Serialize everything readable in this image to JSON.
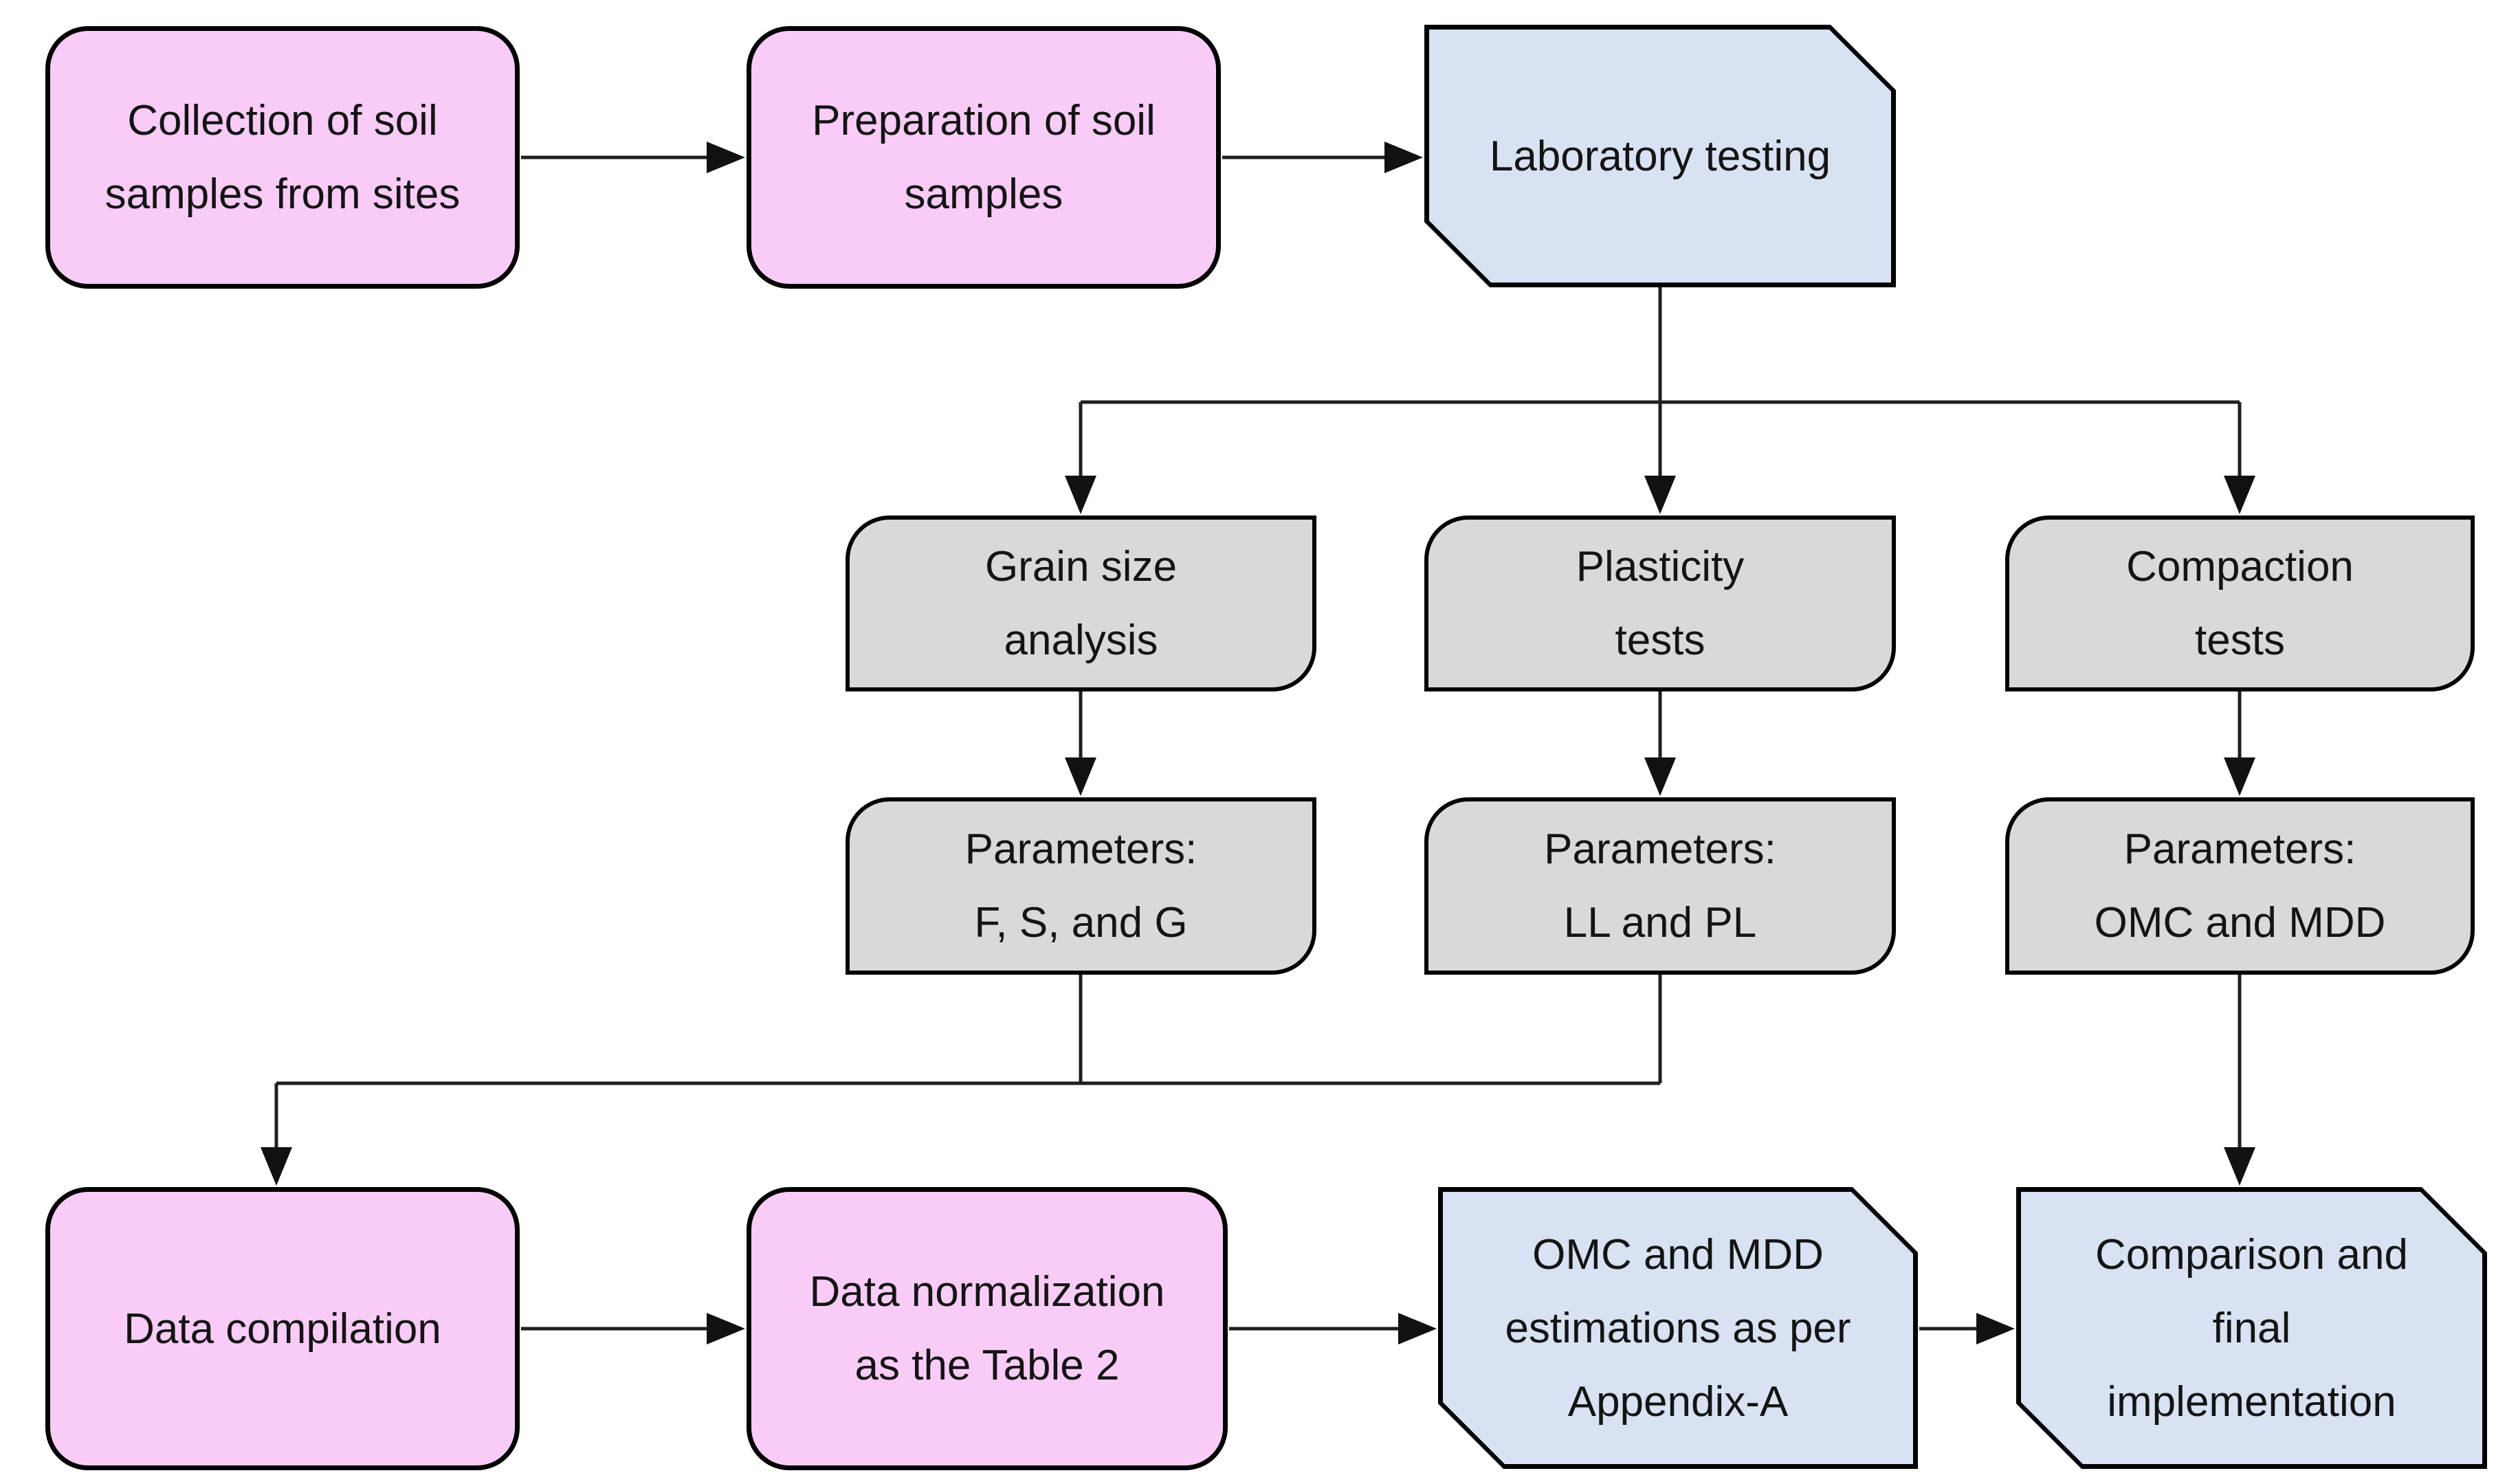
{
  "diagram": {
    "type": "flowchart",
    "background_color": "#FFFFFF",
    "colors": {
      "process_pink_fill": "#F9CCF7",
      "test_gray_fill": "#D9D9D9",
      "io_blue_fill": "#D9E2F2",
      "border": "#000000",
      "connector": "#1F1F1F",
      "text": "#141414"
    },
    "nodes": {
      "collection": {
        "label": "Collection of soil samples from sites",
        "lines": [
          "Collection of soil",
          "samples from sites"
        ],
        "shape": "rounded-rectangle",
        "fill": "#F9CCF7"
      },
      "preparation": {
        "label": "Preparation of soil samples",
        "lines": [
          "Preparation of soil",
          "samples"
        ],
        "shape": "rounded-rectangle",
        "fill": "#F9CCF7"
      },
      "laboratory": {
        "label": "Laboratory testing",
        "lines": [
          "Laboratory testing"
        ],
        "shape": "snipped-corner-rectangle",
        "fill": "#D9E2F2"
      },
      "grain": {
        "label": "Grain size analysis",
        "lines": [
          "Grain size",
          "analysis"
        ],
        "shape": "round-diagonal-corner-rectangle",
        "fill": "#D9D9D9"
      },
      "plasticity": {
        "label": "Plasticity tests",
        "lines": [
          "Plasticity",
          "tests"
        ],
        "shape": "round-diagonal-corner-rectangle",
        "fill": "#D9D9D9"
      },
      "compaction": {
        "label": "Compaction tests",
        "lines": [
          "Compaction",
          "tests"
        ],
        "shape": "round-diagonal-corner-rectangle",
        "fill": "#D9D9D9"
      },
      "params_fsg": {
        "label": "Parameters: F, S, and G",
        "lines": [
          "Parameters:",
          "F, S, and G"
        ],
        "shape": "round-diagonal-corner-rectangle",
        "fill": "#D9D9D9"
      },
      "params_llpl": {
        "label": "Parameters: LL and PL",
        "lines": [
          "Parameters:",
          "LL and PL"
        ],
        "shape": "round-diagonal-corner-rectangle",
        "fill": "#D9D9D9"
      },
      "params_omcmdd": {
        "label": "Parameters: OMC and MDD",
        "lines": [
          "Parameters:",
          "OMC and MDD"
        ],
        "shape": "round-diagonal-corner-rectangle",
        "fill": "#D9D9D9"
      },
      "compilation": {
        "label": "Data compilation",
        "lines": [
          "Data compilation"
        ],
        "shape": "rounded-rectangle",
        "fill": "#F9CCF7"
      },
      "normalization": {
        "label": "Data normalization as the Table 2",
        "lines": [
          "Data normalization",
          "as the Table 2"
        ],
        "shape": "rounded-rectangle",
        "fill": "#F9CCF7"
      },
      "estimations": {
        "label": "OMC and MDD estimations as per Appendix-A",
        "lines": [
          "OMC and MDD",
          "estimations as per",
          "Appendix-A"
        ],
        "shape": "snipped-corner-rectangle",
        "fill": "#D9E2F2"
      },
      "comparison": {
        "label": "Comparison and final implementation",
        "lines": [
          "Comparison and",
          "final",
          "implementation"
        ],
        "shape": "snipped-corner-rectangle",
        "fill": "#D9E2F2"
      }
    },
    "edges": [
      {
        "from": "collection",
        "to": "preparation"
      },
      {
        "from": "preparation",
        "to": "laboratory"
      },
      {
        "from": "laboratory",
        "to": "grain"
      },
      {
        "from": "laboratory",
        "to": "plasticity"
      },
      {
        "from": "laboratory",
        "to": "compaction"
      },
      {
        "from": "grain",
        "to": "params_fsg"
      },
      {
        "from": "plasticity",
        "to": "params_llpl"
      },
      {
        "from": "compaction",
        "to": "params_omcmdd"
      },
      {
        "from": "params_fsg",
        "to": "compilation"
      },
      {
        "from": "params_llpl",
        "to": "compilation"
      },
      {
        "from": "params_omcmdd",
        "to": "comparison"
      },
      {
        "from": "compilation",
        "to": "normalization"
      },
      {
        "from": "normalization",
        "to": "estimations"
      },
      {
        "from": "estimations",
        "to": "comparison"
      }
    ]
  }
}
